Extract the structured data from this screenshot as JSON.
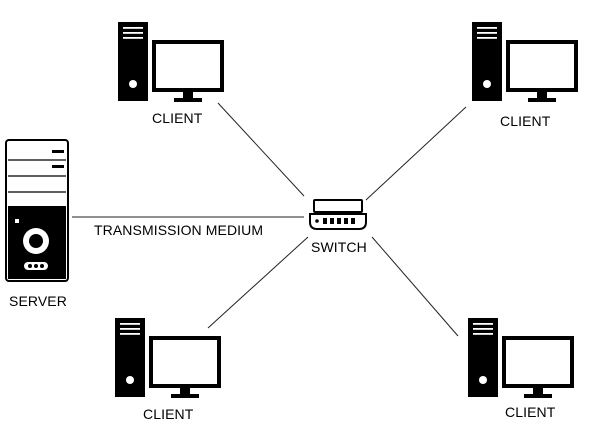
{
  "labels": {
    "client_top_left": "CLIENT",
    "client_top_right": "CLIENT",
    "client_bottom_left": "CLIENT",
    "client_bottom_right": "CLIENT",
    "server": "SERVER",
    "switch": "SWITCH",
    "medium": "TRANSMISSION MEDIUM"
  },
  "colors": {
    "ink": "#000000",
    "paper": "#ffffff",
    "line": "#222222"
  }
}
